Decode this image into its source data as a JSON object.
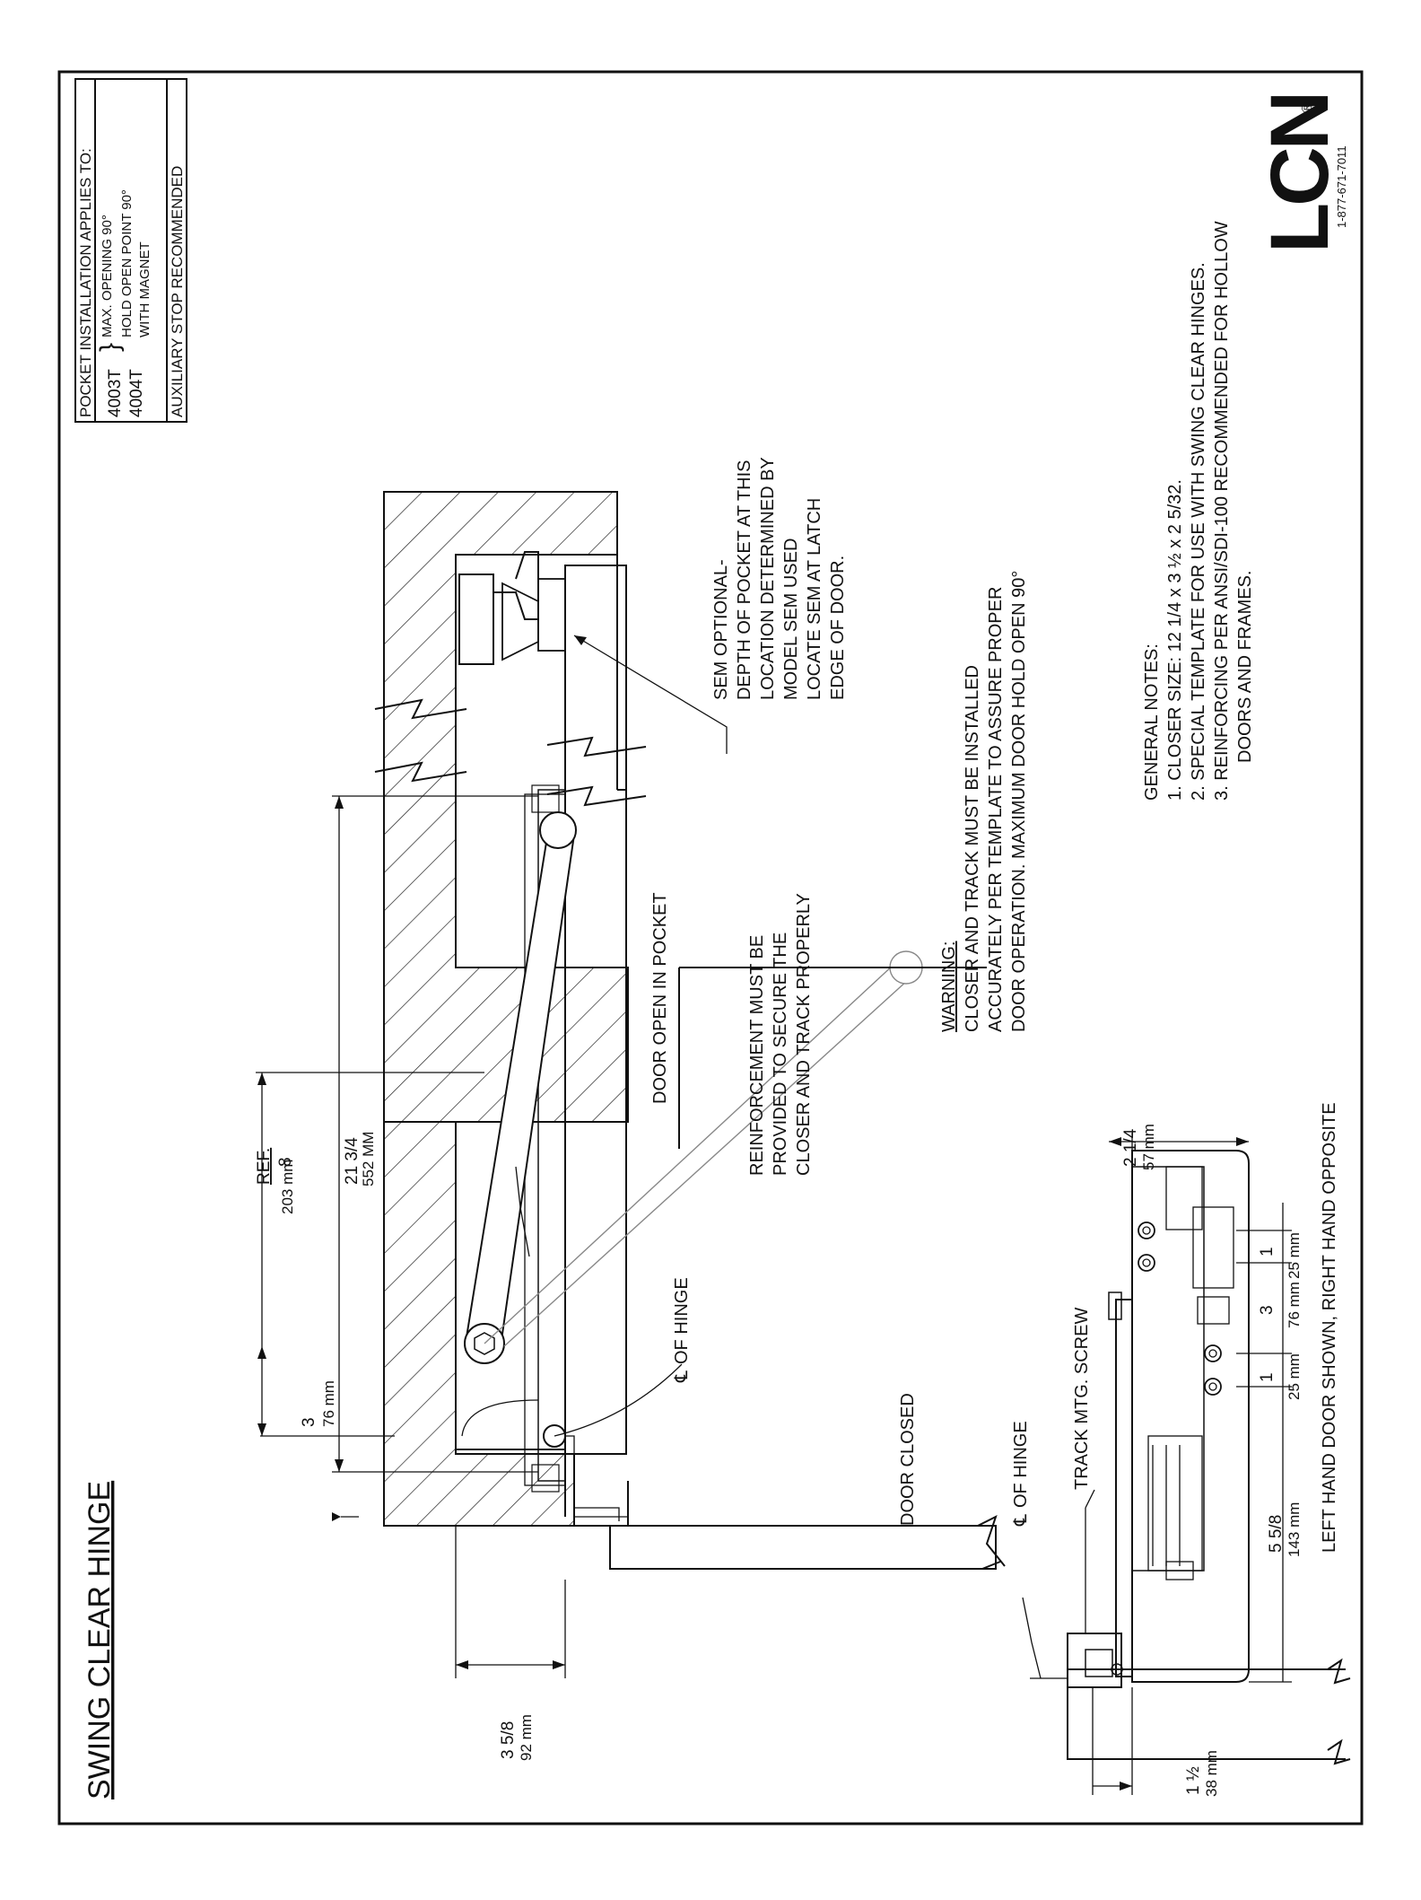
{
  "title": "SWING CLEAR HINGE",
  "applies_box": {
    "header": "POCKET INSTALLATION APPLIES TO:",
    "models": [
      "4003T",
      "4004T"
    ],
    "notes": [
      "MAX. OPENING 90°",
      "HOLD OPEN POINT 90°",
      "WITH MAGNET"
    ],
    "footer": "AUXILIARY STOP RECOMMENDED"
  },
  "brand": {
    "logo": "LCN",
    "registered": "®",
    "phone": "1-877-671-7011"
  },
  "top_view": {
    "dims": [
      {
        "a": "3",
        "b": "76 mm"
      },
      {
        "a": "8",
        "b": "203 mm",
        "ref": "REF."
      },
      {
        "a": "21 3/4",
        "b": "552 MM"
      },
      {
        "a": "3 5/8",
        "b": "92 mm"
      }
    ],
    "labels": {
      "cl_hinge": "OF HINGE",
      "door_closed": "DOOR CLOSED",
      "door_open": "DOOR OPEN IN POCKET",
      "reinforcement": [
        "REINFORCEMENT MUST BE",
        "PROVIDED TO SECURE THE",
        "CLOSER AND TRACK PROPERLY"
      ],
      "sem": [
        "SEM OPTIONAL-",
        "DEPTH OF POCKET AT THIS",
        "LOCATION DETERMINED BY",
        "MODEL SEM USED",
        "LOCATE SEM AT LATCH",
        "EDGE OF DOOR."
      ]
    }
  },
  "warning": {
    "heading": "WARNING:",
    "lines": [
      "CLOSER AND TRACK MUST BE INSTALLED",
      "ACCURATELY PER TEMPLATE TO ASSURE PROPER",
      "DOOR OPERATION. MAXIMUM DOOR HOLD OPEN 90°"
    ]
  },
  "general_notes": {
    "heading": "GENERAL NOTES:",
    "lines": [
      "1. CLOSER SIZE: 12 1/4 x 3 ½ x 2 5/32.",
      "2. SPECIAL TEMPLATE FOR USE WITH SWING CLEAR HINGES.",
      "3. REINFORCING PER ANSI/SDI-100 RECOMMENDED FOR HOLLOW",
      "DOORS AND FRAMES."
    ]
  },
  "footer_note": "LEFT HAND DOOR SHOWN, RIGHT HAND OPPOSITE",
  "side_view": {
    "cl_hinge": "OF HINGE",
    "track_screw": "TRACK MTG. SCREW",
    "dims": [
      {
        "a": "2 1/4",
        "b": "57 mm"
      },
      {
        "a": "1",
        "b": "25 mm"
      },
      {
        "a": "3",
        "b": "76 mm"
      },
      {
        "a": "1",
        "b": "25 mm"
      },
      {
        "a": "5 5/8",
        "b": "143 mm"
      },
      {
        "a": "1 ½",
        "b": "38 mm"
      }
    ]
  }
}
